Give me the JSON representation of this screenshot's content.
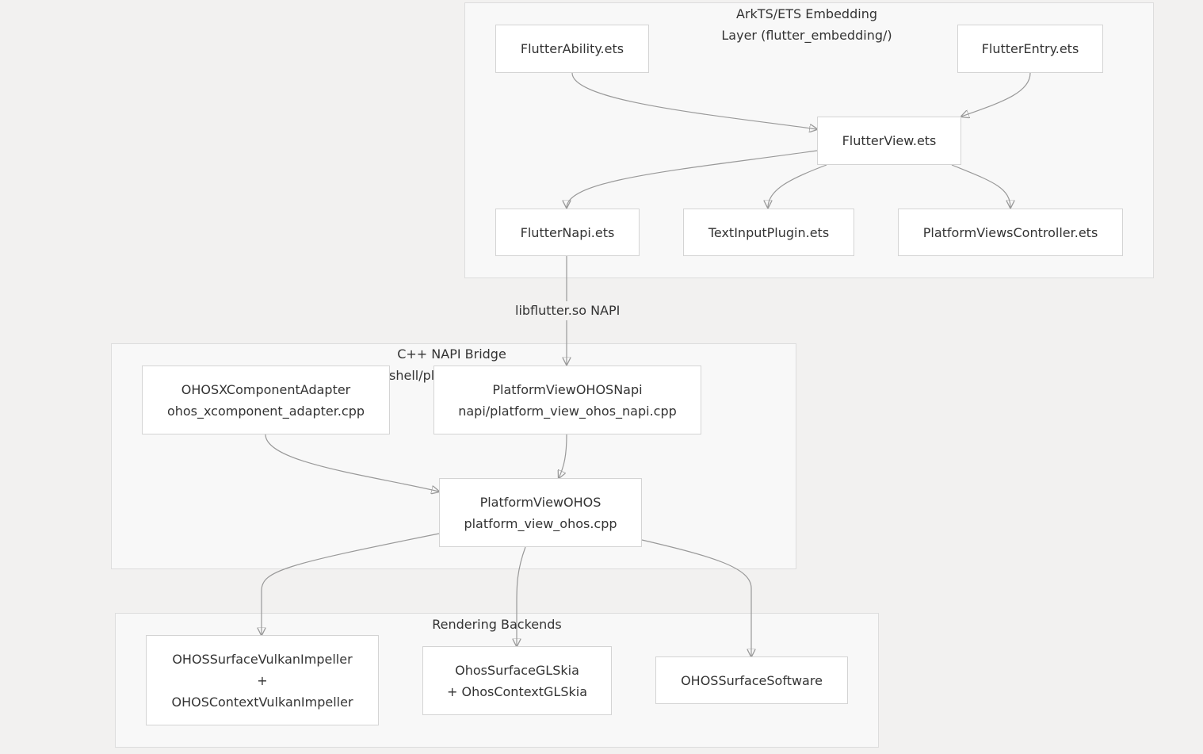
{
  "clusters": {
    "embedding": {
      "title_line1": "ArkTS/ETS Embedding",
      "title_line2": "Layer (flutter_embedding/)"
    },
    "napi_bridge": {
      "title_line1": "C++ NAPI Bridge",
      "title_line2": "shell/pl"
    },
    "rendering": {
      "title_line1": "Rendering Backends"
    }
  },
  "nodes": {
    "flutter_ability": {
      "label": "FlutterAbility.ets"
    },
    "flutter_entry": {
      "label": "FlutterEntry.ets"
    },
    "flutter_view": {
      "label": "FlutterView.ets"
    },
    "flutter_napi": {
      "label": "FlutterNapi.ets"
    },
    "text_input_plugin": {
      "label": "TextInputPlugin.ets"
    },
    "platform_views_controller": {
      "label": "PlatformViewsController.ets"
    },
    "xcomponent_adapter": {
      "line1": "OHOSXComponentAdapter",
      "line2": "ohos_xcomponent_adapter.cpp"
    },
    "platform_view_napi": {
      "line1": "PlatformViewOHOSNapi",
      "line2": "napi/platform_view_ohos_napi.cpp"
    },
    "platform_view_ohos": {
      "line1": "PlatformViewOHOS",
      "line2": "platform_view_ohos.cpp"
    },
    "vulkan_impeller": {
      "line1": "OHOSSurfaceVulkanImpeller",
      "line2": "+",
      "line3": "OHOSContextVulkanImpeller"
    },
    "gl_skia": {
      "line1": "OhosSurfaceGLSkia",
      "line2": "+ OhosContextGLSkia"
    },
    "software": {
      "label": "OHOSSurfaceSoftware"
    }
  },
  "edges": {
    "napi_label": "libflutter.so NAPI"
  },
  "colors": {
    "background": "#f2f1f0",
    "cluster_fill": "#f8f8f8",
    "node_fill": "#ffffff",
    "edge_stroke": "#999999",
    "text": "#333333"
  }
}
